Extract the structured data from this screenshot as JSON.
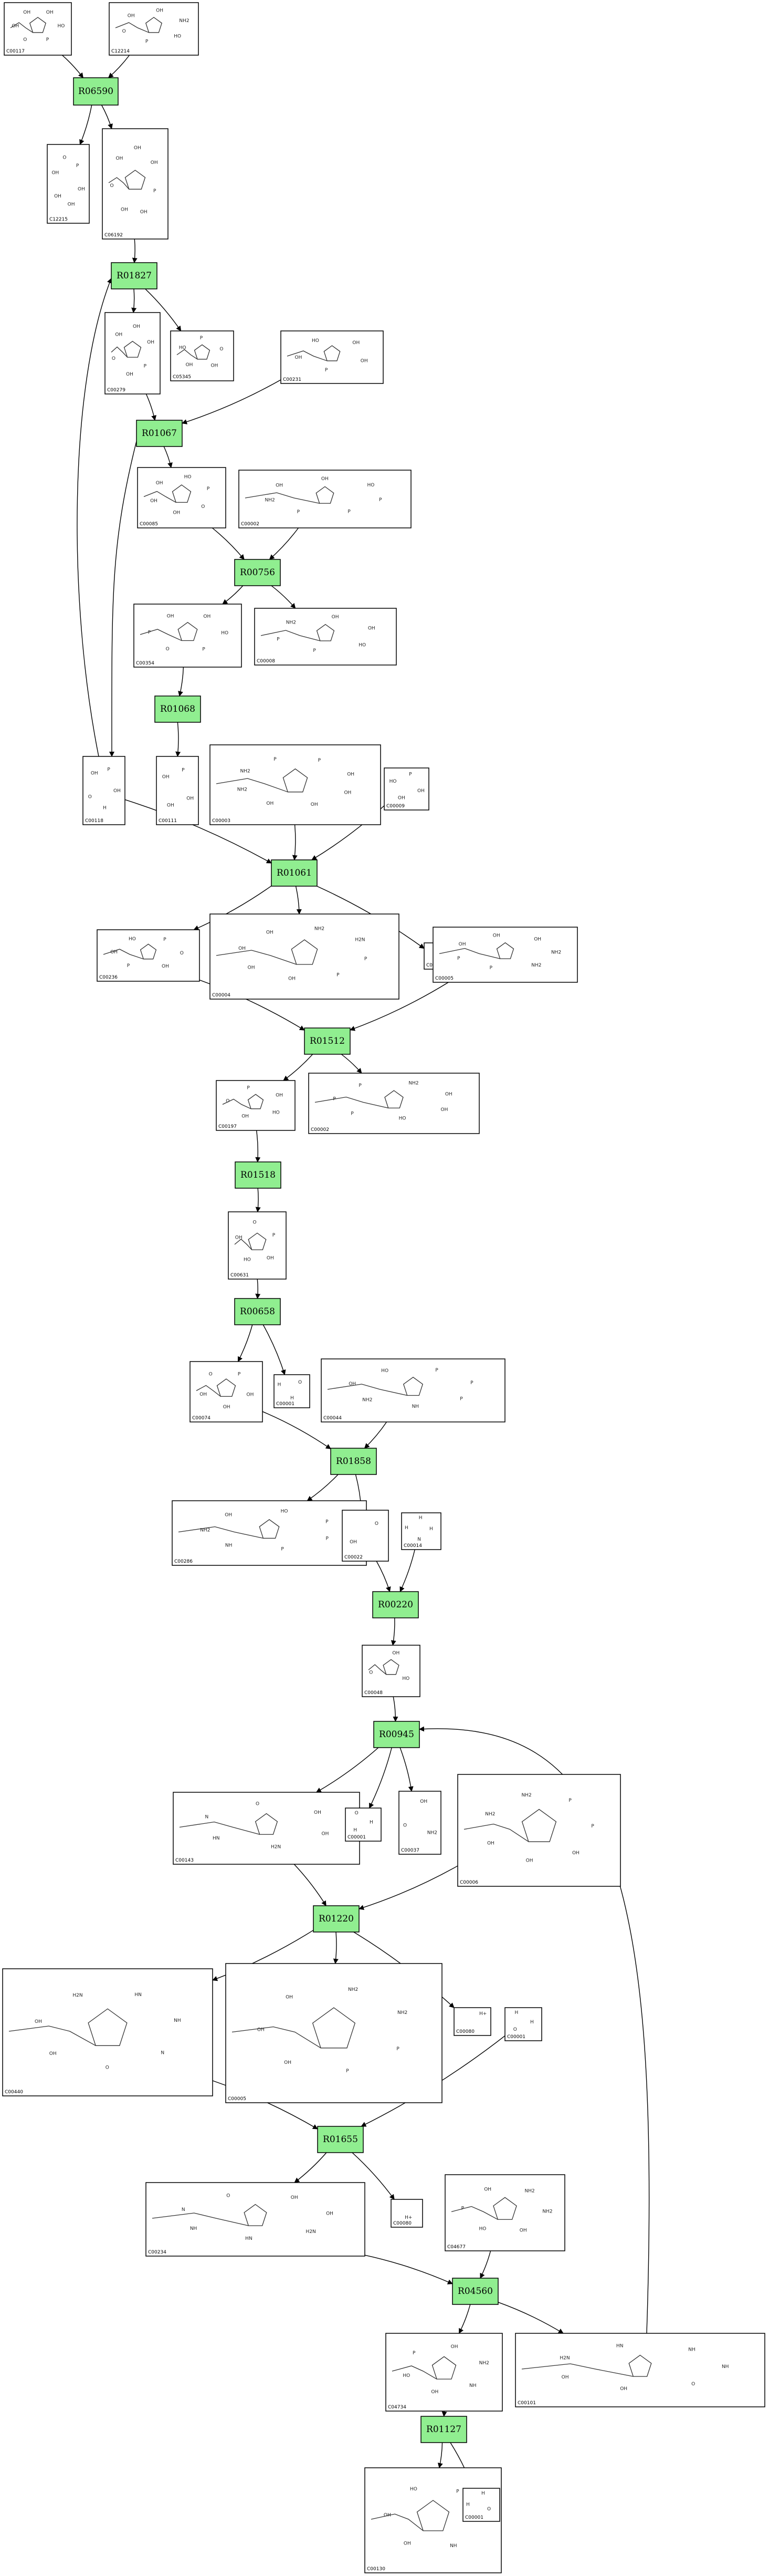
{
  "compounds": [
    {
      "id": "C00117",
      "atoms": [
        "HO",
        "P",
        "O",
        "OH",
        "OH",
        "OH"
      ]
    },
    {
      "id": "C12214",
      "atoms": [
        "HO",
        "P",
        "O",
        "OH",
        "OH",
        "NH2"
      ]
    },
    {
      "id": "C12215",
      "atoms": [
        "OH",
        "OH",
        "OH",
        "O",
        "P",
        "OH"
      ]
    },
    {
      "id": "C06192",
      "atoms": [
        "OH",
        "O",
        "OH",
        "OH",
        "OH",
        "P",
        "OH"
      ]
    },
    {
      "id": "C00279",
      "atoms": [
        "O",
        "OH",
        "OH",
        "OH",
        "P",
        "OH"
      ]
    },
    {
      "id": "C05345",
      "atoms": [
        "HO",
        "P",
        "O",
        "OH",
        "OH"
      ]
    },
    {
      "id": "C00231",
      "atoms": [
        "HO",
        "OH",
        "OH",
        "P",
        "OH"
      ]
    },
    {
      "id": "C00085",
      "atoms": [
        "HO",
        "P",
        "O",
        "OH",
        "OH",
        "OH"
      ]
    },
    {
      "id": "C00002",
      "atoms": [
        "HO",
        "P",
        "P",
        "P",
        "NH2",
        "OH",
        "OH"
      ]
    },
    {
      "id": "C00354",
      "atoms": [
        "HO",
        "P",
        "O",
        "P",
        "OH",
        "OH"
      ]
    },
    {
      "id": "C00008",
      "atoms": [
        "HO",
        "P",
        "P",
        "NH2",
        "OH",
        "OH"
      ]
    },
    {
      "id": "C00118",
      "atoms": [
        "H",
        "O",
        "OH",
        "P",
        "OH"
      ]
    },
    {
      "id": "C00111",
      "atoms": [
        "OH",
        "OH",
        "P",
        "OH"
      ]
    },
    {
      "id": "C00003",
      "atoms": [
        "NH2",
        "NH2",
        "P",
        "P",
        "OH",
        "OH",
        "OH",
        "OH"
      ]
    },
    {
      "id": "C00009",
      "atoms": [
        "HO",
        "P",
        "OH",
        "OH"
      ]
    },
    {
      "id": "C00236",
      "atoms": [
        "HO",
        "P",
        "O",
        "OH",
        "P",
        "OH"
      ]
    },
    {
      "id": "C00004",
      "atoms": [
        "NH2",
        "H2N",
        "P",
        "P",
        "OH",
        "OH",
        "OH",
        "OH"
      ]
    },
    {
      "id": "C00080",
      "atoms": [
        "H+"
      ]
    },
    {
      "id": "C00197",
      "atoms": [
        "HO",
        "OH",
        "O",
        "P",
        "OH"
      ]
    },
    {
      "id": "C00631",
      "atoms": [
        "HO",
        "OH",
        "O",
        "P",
        "OH"
      ]
    },
    {
      "id": "C00074",
      "atoms": [
        "OH",
        "O",
        "P",
        "OH",
        "OH"
      ]
    },
    {
      "id": "C00001",
      "atoms": [
        "H",
        "O",
        "H"
      ]
    },
    {
      "id": "C00044",
      "atoms": [
        "HO",
        "P",
        "P",
        "P",
        "NH",
        "NH2",
        "OH"
      ]
    },
    {
      "id": "C00286",
      "atoms": [
        "HO",
        "P",
        "P",
        "P",
        "NH",
        "NH2",
        "OH"
      ]
    },
    {
      "id": "C00022",
      "atoms": [
        "O",
        "OH"
      ]
    },
    {
      "id": "C00014",
      "atoms": [
        "H",
        "N",
        "H",
        "H"
      ]
    },
    {
      "id": "C00048",
      "atoms": [
        "HO",
        "O",
        "OH"
      ]
    },
    {
      "id": "C00143",
      "atoms": [
        "H2N",
        "HN",
        "N",
        "O",
        "OH",
        "OH"
      ]
    },
    {
      "id": "C00037",
      "atoms": [
        "O",
        "OH",
        "NH2"
      ]
    },
    {
      "id": "C00006",
      "atoms": [
        "NH2",
        "NH2",
        "P",
        "P",
        "OH",
        "OH",
        "OH"
      ]
    },
    {
      "id": "C00440",
      "atoms": [
        "H2N",
        "HN",
        "NH",
        "N",
        "O",
        "OH",
        "OH"
      ]
    },
    {
      "id": "C00005",
      "atoms": [
        "NH2",
        "NH2",
        "P",
        "P",
        "OH",
        "OH",
        "OH"
      ]
    },
    {
      "id": "C00234",
      "atoms": [
        "H2N",
        "HN",
        "NH",
        "N",
        "O",
        "OH",
        "OH"
      ]
    },
    {
      "id": "C04677",
      "atoms": [
        "HO",
        "P",
        "OH",
        "NH2",
        "NH2",
        "OH"
      ]
    },
    {
      "id": "C04734",
      "atoms": [
        "HO",
        "P",
        "OH",
        "NH2",
        "NH",
        "OH"
      ]
    },
    {
      "id": "C00101",
      "atoms": [
        "H2N",
        "HN",
        "NH",
        "NH",
        "O",
        "OH",
        "OH"
      ]
    },
    {
      "id": "C00130",
      "atoms": [
        "HO",
        "P",
        "OH",
        "NH",
        "OH",
        "OH"
      ]
    }
  ],
  "reactions": [
    "R06590",
    "R01827",
    "R01067",
    "R00756",
    "R01068",
    "R01061",
    "R01512",
    "R01518",
    "R00658",
    "R01858",
    "R00220",
    "R00945",
    "R01220",
    "R01655",
    "R04560",
    "R01127"
  ]
}
